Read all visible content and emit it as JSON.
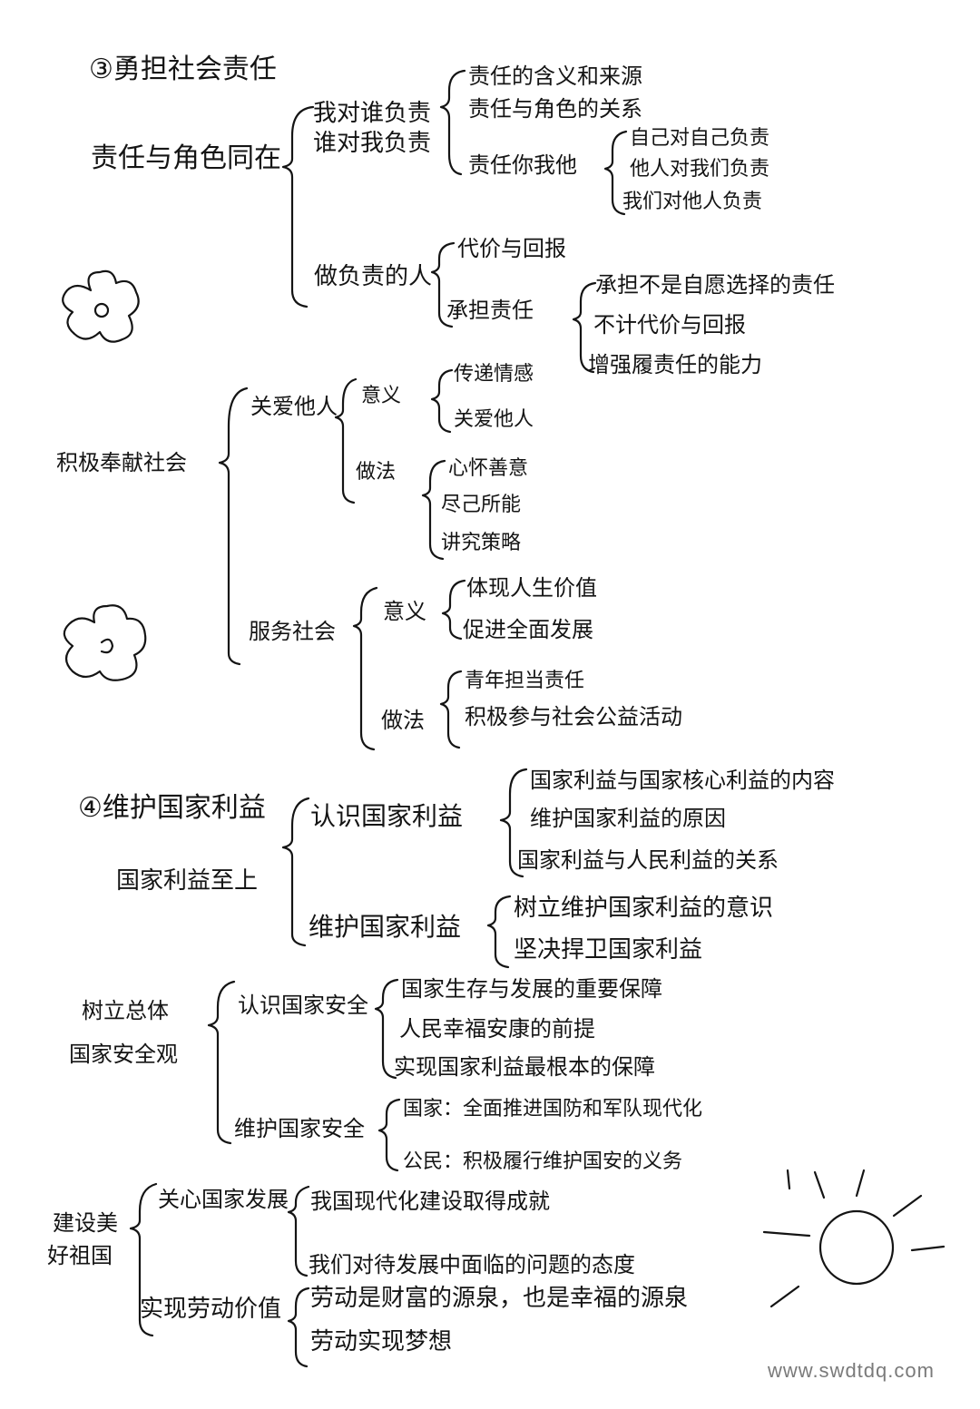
{
  "s3": {
    "title": "③勇担社会责任",
    "chapter": "责任与角色同在",
    "b1": "我对谁负责",
    "b2": "谁对我负责",
    "b1_items": [
      "责任的含义和来源",
      "责任与角色的关系"
    ],
    "b1_sub": "责任你我他",
    "b1_sub_items": [
      "自己对自己负责",
      "他人对我们负责",
      "我们对他人负责"
    ],
    "b2_main": "做负责的人",
    "b2_items": [
      "代价与回报"
    ],
    "b2_sub": "承担责任",
    "b2_sub_items": [
      "承担不是自愿选择的责任",
      "不计代价与回报",
      "增强履责任的能力"
    ]
  },
  "s3b": {
    "chapter": "积极奉献社会",
    "care": "关爱他人",
    "care_meaning": "意义",
    "care_meaning_items": [
      "传递情感",
      "关爱他人"
    ],
    "care_method": "做法",
    "care_method_items": [
      "心怀善意",
      "尽己所能",
      "讲究策略"
    ],
    "serve": "服务社会",
    "serve_meaning": "意义",
    "serve_meaning_items": [
      "体现人生价值",
      "促进全面发展"
    ],
    "serve_method": "做法",
    "serve_method_items": [
      "青年担当责任",
      "积极参与社会公益活动"
    ]
  },
  "s4": {
    "title": "④维护国家利益",
    "chapter": "国家利益至上",
    "know": "认识国家利益",
    "know_items": [
      "国家利益与国家核心利益的内容",
      "维护国家利益的原因",
      "国家利益与人民利益的关系"
    ],
    "protect": "维护国家利益",
    "protect_items": [
      "树立维护国家利益的意识",
      "坚决捍卫国家利益"
    ]
  },
  "s4b": {
    "chapter_l1": "树立总体",
    "chapter_l2": "国家安全观",
    "know": "认识国家安全",
    "know_items": [
      "国家生存与发展的重要保障",
      "人民幸福安康的前提",
      "实现国家利益最根本的保障"
    ],
    "protect": "维护国家安全",
    "protect_items": [
      "国家：全面推进国防和军队现代化",
      "公民：积极履行维护国安的义务"
    ]
  },
  "s5": {
    "chapter_l1": "建设美",
    "chapter_l2": "好祖国",
    "care": "关心国家发展",
    "care_items": [
      "我国现代化建设取得成就",
      "我们对待发展中面临的问题的态度"
    ],
    "labor": "实现劳动价值",
    "labor_items": [
      "劳动是财富的源泉，也是幸福的源泉",
      "劳动实现梦想"
    ]
  },
  "watermark": "www.swdtdq.com"
}
